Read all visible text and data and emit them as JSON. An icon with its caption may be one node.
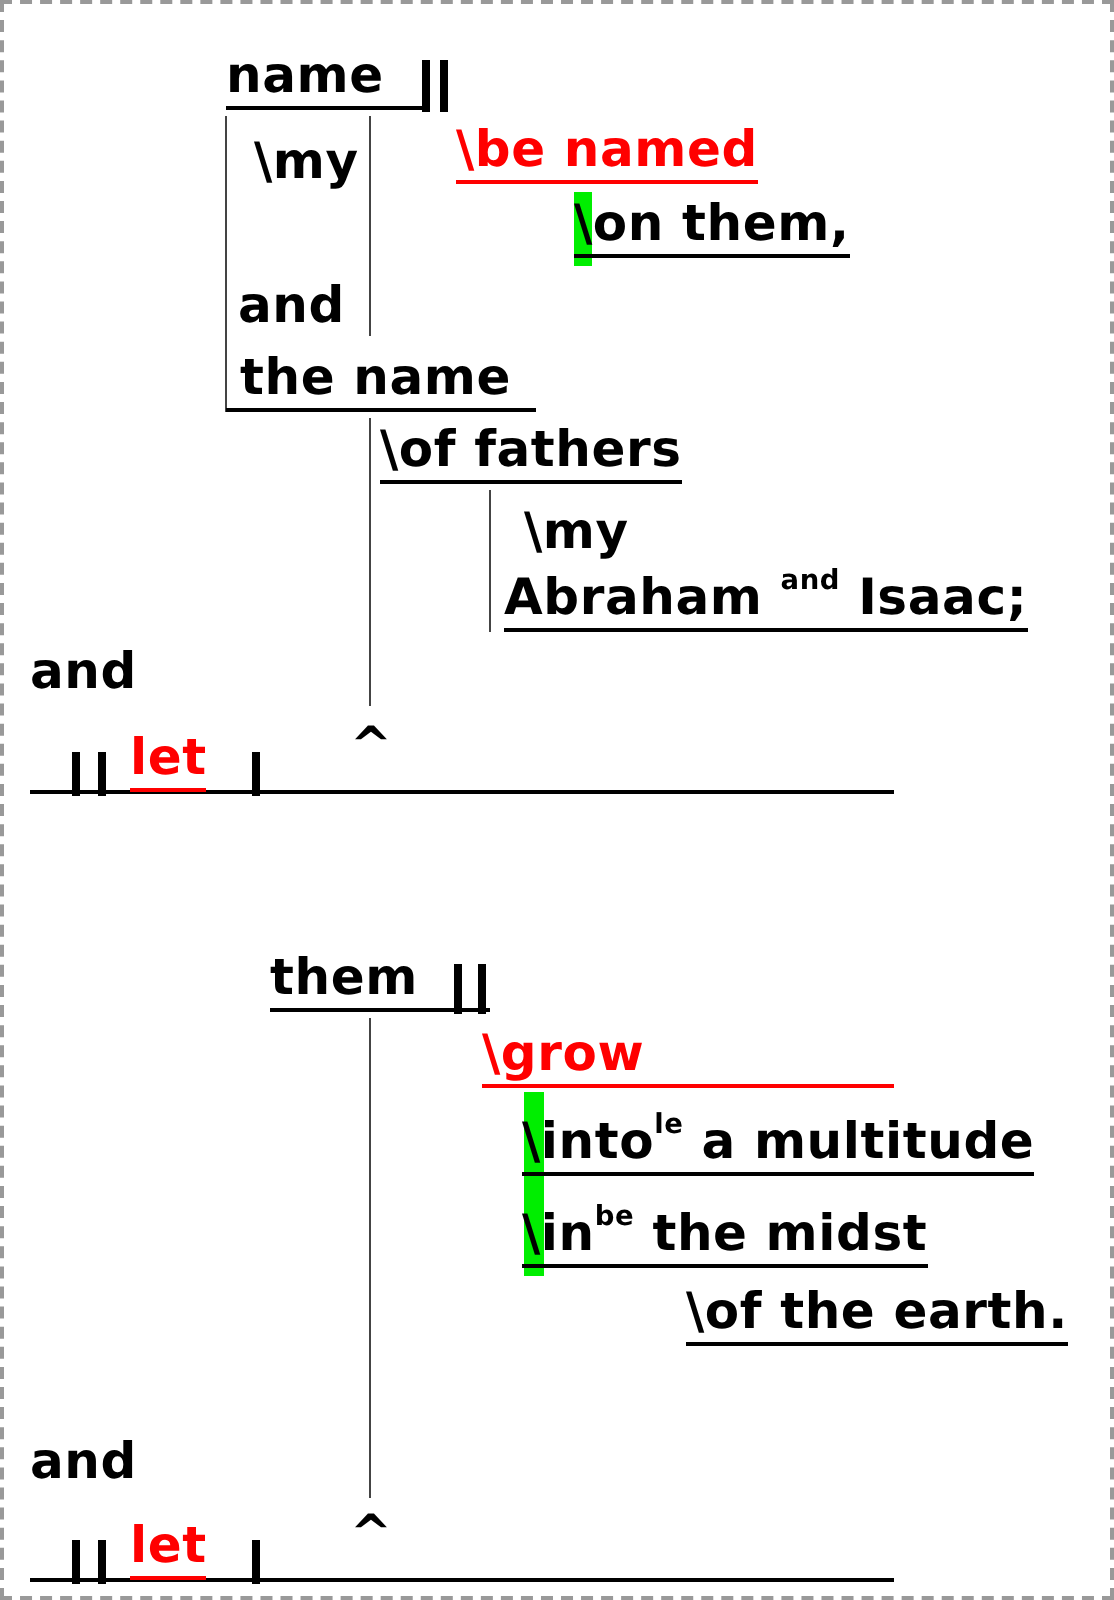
{
  "diagram": {
    "nodes": [
      {
        "text": [
          "name"
        ]
      },
      {
        "text": [
          "\\my"
        ]
      },
      {
        "text": [
          "\\be named"
        ]
      },
      {
        "text": [
          "\\on them,"
        ]
      },
      {
        "text": [
          "and"
        ]
      },
      {
        "text": [
          "the name"
        ]
      },
      {
        "text": [
          "\\of  fathers"
        ]
      },
      {
        "text": [
          "\\my"
        ]
      },
      {
        "text": [
          "Abraham $^{and}$ Isaac;"
        ]
      },
      {
        "text": [
          "and"
        ]
      },
      {
        "text": [
          "let"
        ]
      },
      {
        "text": [
          "^"
        ]
      },
      {
        "text": [
          "them"
        ]
      },
      {
        "text": [
          "\\grow"
        ]
      },
      {
        "text": [
          "\\into$^{le}$ a multitude"
        ]
      },
      {
        "text": [
          "\\in$^{be}$ the midst"
        ]
      },
      {
        "text": [
          "\\of the earth."
        ]
      },
      {
        "text": [
          "and"
        ]
      },
      {
        "text": [
          "let"
        ]
      },
      {
        "text": [
          "^"
        ]
      }
    ],
    "edges": [
      {
        "from": 0,
        "to": 5,
        "arrow": "none"
      },
      {
        "from": 0,
        "to": 4,
        "arrow": "none"
      },
      {
        "from": 5,
        "to": 11,
        "arrow": "none"
      },
      {
        "from": 6,
        "to": 8,
        "arrow": "none"
      },
      {
        "from": 12,
        "to": 19,
        "arrow": "none"
      }
    ]
  }
}
